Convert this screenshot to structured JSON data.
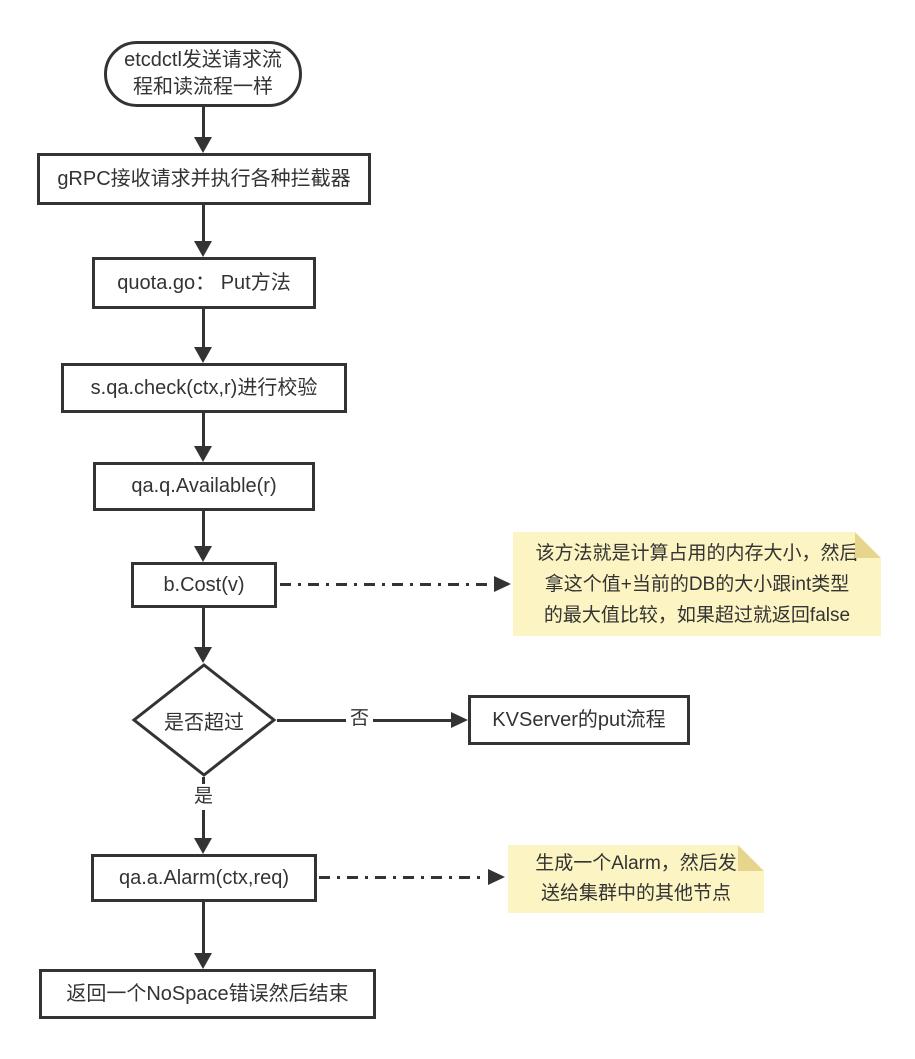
{
  "diagram": {
    "nodes": {
      "start": {
        "lines": [
          "etcdctl发送请求流",
          "程和读流程一样"
        ]
      },
      "grpc": {
        "label": "gRPC接收请求并执行各种拦截器"
      },
      "quota": {
        "label": "quota.go： Put方法"
      },
      "check": {
        "label": "s.qa.check(ctx,r)进行校验"
      },
      "available": {
        "label": "qa.q.Available(r)"
      },
      "cost": {
        "label": "b.Cost(v)"
      },
      "decision": {
        "label": "是否超过"
      },
      "kvserver": {
        "label": "KVServer的put流程"
      },
      "alarm": {
        "label": "qa.a.Alarm(ctx,req)"
      },
      "end": {
        "label": "返回一个NoSpace错误然后结束"
      }
    },
    "edge_labels": {
      "no": "否",
      "yes": "是"
    },
    "notes": {
      "cost_note": {
        "lines": [
          "该方法就是计算占用的内存大小，然后",
          "拿这个值+当前的DB的大小跟int类型",
          "的最大值比较，如果超过就返回false"
        ]
      },
      "alarm_note": {
        "lines": [
          "生成一个Alarm，然后发",
          "送给集群中的其他节点"
        ]
      }
    },
    "colors": {
      "line": "#333333",
      "box_border": "#333333",
      "box_fill": "#ffffff",
      "note_fill": "#fcf5c3",
      "note_fold": "#e7d58e",
      "text": "#333333",
      "background": "#ffffff"
    }
  }
}
